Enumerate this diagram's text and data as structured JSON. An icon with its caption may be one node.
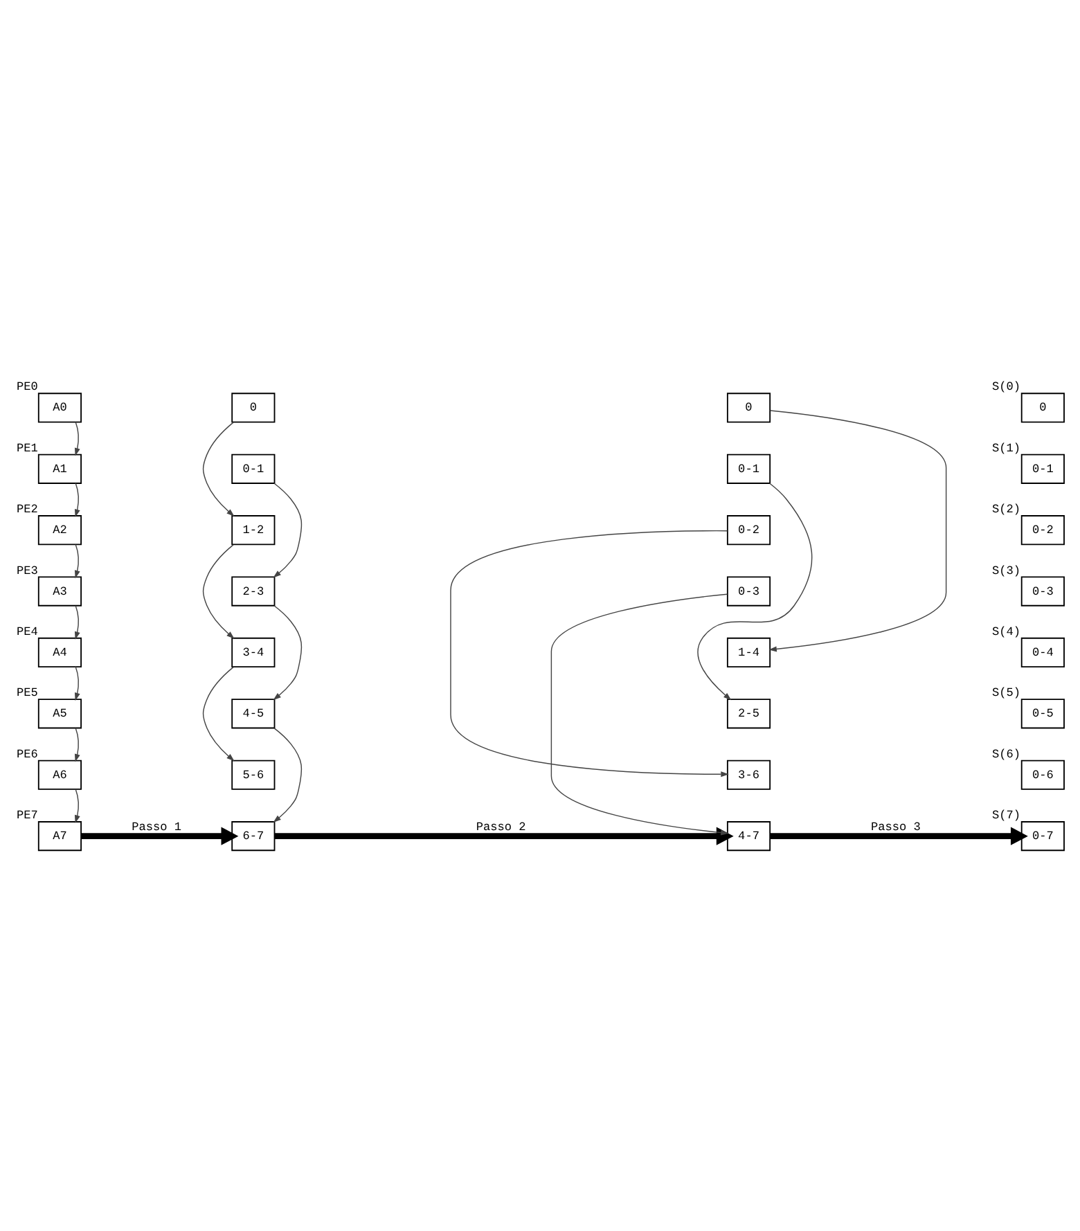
{
  "diagram": {
    "nodes": [
      {
        "text": [
          "A0"
        ],
        "beside": [
          "PE0"
        ]
      },
      {
        "text": [
          "A1"
        ],
        "beside": [
          "PE1"
        ]
      },
      {
        "text": [
          "A2"
        ],
        "beside": [
          "PE2"
        ]
      },
      {
        "text": [
          "A3"
        ],
        "beside": [
          "PE3"
        ]
      },
      {
        "text": [
          "A4"
        ],
        "beside": [
          "PE4"
        ]
      },
      {
        "text": [
          "A5"
        ],
        "beside": [
          "PE5"
        ]
      },
      {
        "text": [
          "A6"
        ],
        "beside": [
          "PE6"
        ]
      },
      {
        "text": [
          "A7"
        ],
        "beside": [
          "PE7"
        ]
      },
      {
        "text": [
          "0"
        ]
      },
      {
        "text": [
          "0-1"
        ]
      },
      {
        "text": [
          "1-2"
        ]
      },
      {
        "text": [
          "2-3"
        ]
      },
      {
        "text": [
          "3-4"
        ]
      },
      {
        "text": [
          "4-5"
        ]
      },
      {
        "text": [
          "5-6"
        ]
      },
      {
        "text": [
          "6-7"
        ]
      },
      {
        "text": [
          "0"
        ]
      },
      {
        "text": [
          "0-1"
        ]
      },
      {
        "text": [
          "0-2"
        ]
      },
      {
        "text": [
          "0-3"
        ]
      },
      {
        "text": [
          "1-4"
        ]
      },
      {
        "text": [
          "2-5"
        ]
      },
      {
        "text": [
          "3-6"
        ]
      },
      {
        "text": [
          "4-7"
        ]
      },
      {
        "text": [
          "0"
        ],
        "beside": [
          "S(0)"
        ]
      },
      {
        "text": [
          "0-1"
        ],
        "beside": [
          "S(1)"
        ]
      },
      {
        "text": [
          "0-2"
        ],
        "beside": [
          "S(2)"
        ]
      },
      {
        "text": [
          "0-3"
        ],
        "beside": [
          "S(3)"
        ]
      },
      {
        "text": [
          "0-4"
        ],
        "beside": [
          "S(4)"
        ]
      },
      {
        "text": [
          "0-5"
        ],
        "beside": [
          "S(5)"
        ]
      },
      {
        "text": [
          "0-6"
        ],
        "beside": [
          "S(6)"
        ]
      },
      {
        "text": [
          "0-7"
        ],
        "beside": [
          "S(7)"
        ]
      }
    ],
    "edges": [
      {
        "from": 0,
        "to": 1,
        "arrow": "to"
      },
      {
        "from": 1,
        "to": 2,
        "arrow": "to"
      },
      {
        "from": 2,
        "to": 3,
        "arrow": "to"
      },
      {
        "from": 3,
        "to": 4,
        "arrow": "to"
      },
      {
        "from": 4,
        "to": 5,
        "arrow": "to"
      },
      {
        "from": 5,
        "to": 6,
        "arrow": "to"
      },
      {
        "from": 6,
        "to": 7,
        "arrow": "to"
      },
      {
        "from": 8,
        "to": 10,
        "arrow": "to"
      },
      {
        "from": 9,
        "to": 11,
        "arrow": "to"
      },
      {
        "from": 10,
        "to": 12,
        "arrow": "to"
      },
      {
        "from": 11,
        "to": 13,
        "arrow": "to"
      },
      {
        "from": 12,
        "to": 14,
        "arrow": "to"
      },
      {
        "from": 13,
        "to": 15,
        "arrow": "to"
      },
      {
        "from": 16,
        "to": 20,
        "arrow": "to"
      },
      {
        "from": 17,
        "to": 21,
        "arrow": "to"
      },
      {
        "from": 18,
        "to": 22,
        "arrow": "to"
      },
      {
        "from": 19,
        "to": 23,
        "arrow": "to"
      },
      {
        "from": 7,
        "to": 15,
        "arrow": "to",
        "style": "thick",
        "label": "Passo 1"
      },
      {
        "from": 15,
        "to": 23,
        "arrow": "to",
        "style": "thick",
        "label": "Passo 2"
      },
      {
        "from": 23,
        "to": 31,
        "arrow": "to",
        "style": "thick",
        "label": "Passo 3"
      }
    ]
  }
}
